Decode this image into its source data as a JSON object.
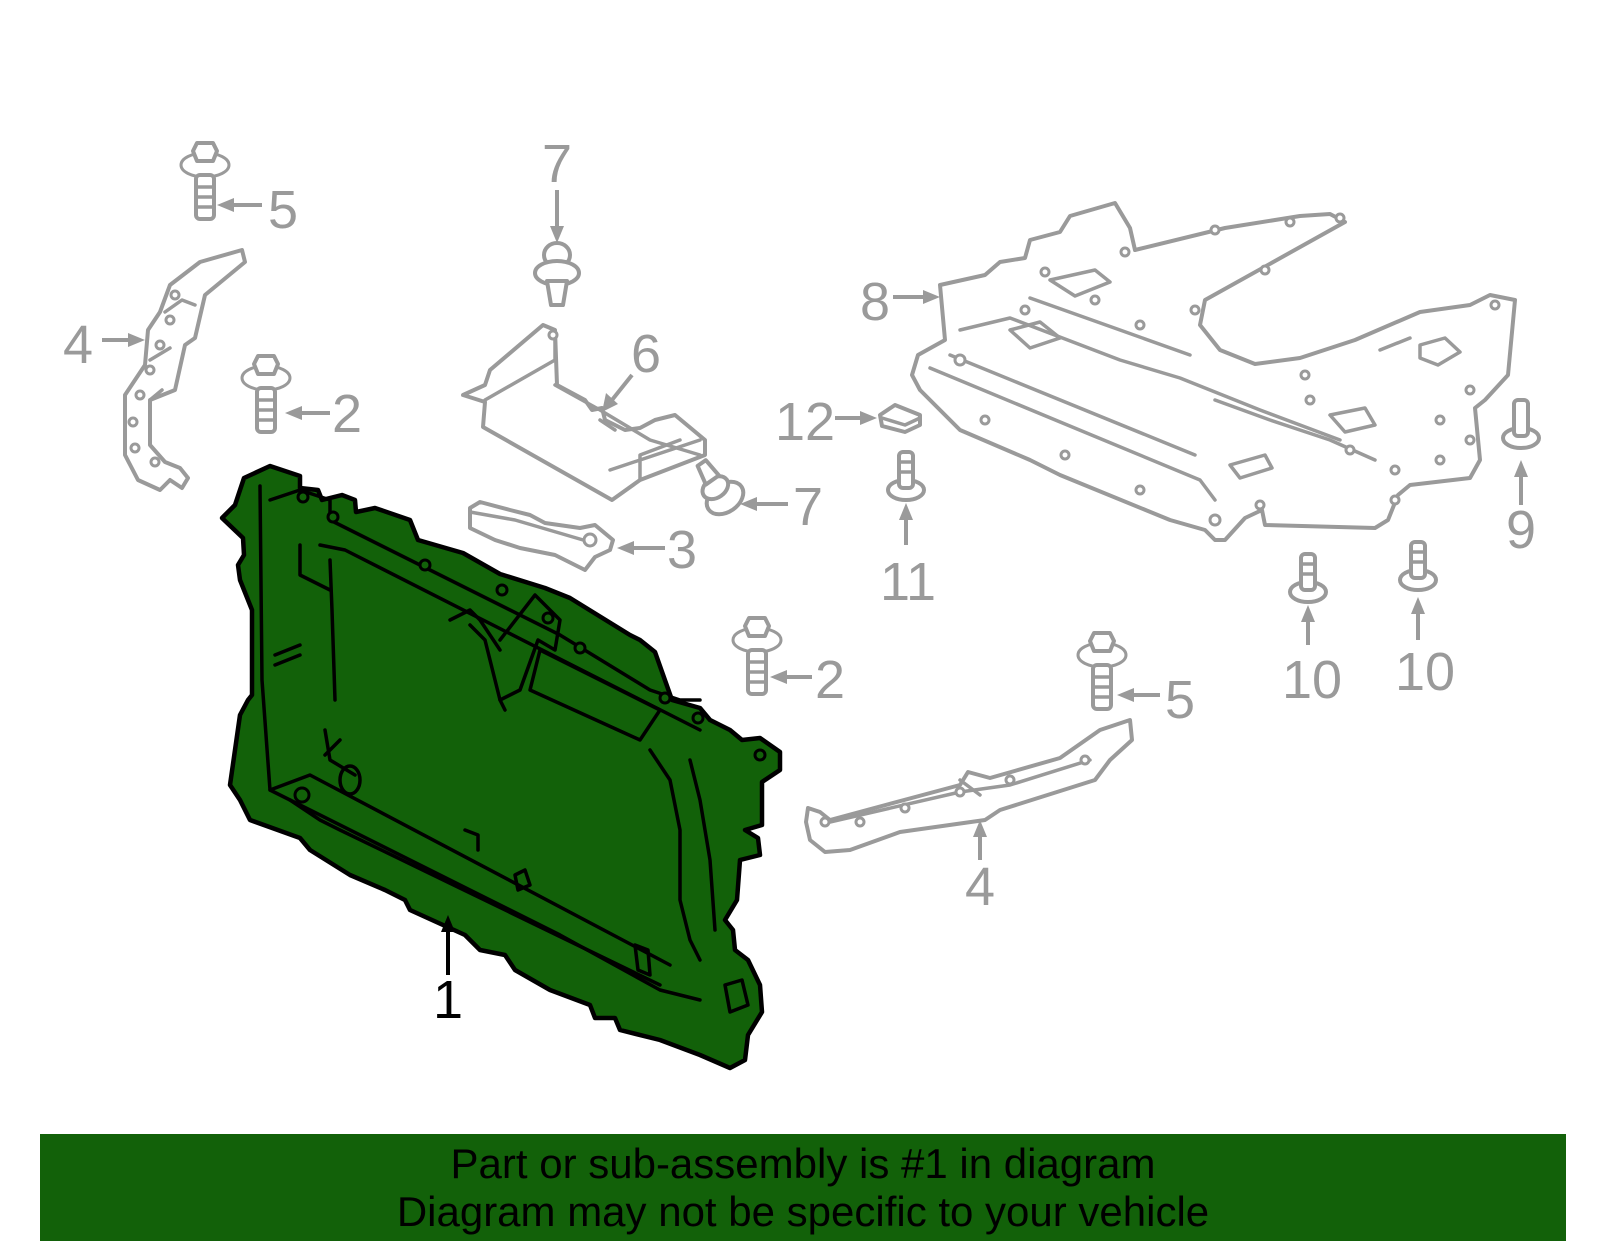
{
  "colors": {
    "highlight": "#126109",
    "part_outline": "#9a9a9a",
    "banner_text": "#000000"
  },
  "highlighted_part": "1",
  "callouts": [
    {
      "id": "c1",
      "label": "1",
      "highlighted": true
    },
    {
      "id": "c2a",
      "label": "2",
      "highlighted": false
    },
    {
      "id": "c2b",
      "label": "2",
      "highlighted": false
    },
    {
      "id": "c3",
      "label": "3",
      "highlighted": false
    },
    {
      "id": "c4a",
      "label": "4",
      "highlighted": false
    },
    {
      "id": "c4b",
      "label": "4",
      "highlighted": false
    },
    {
      "id": "c5a",
      "label": "5",
      "highlighted": false
    },
    {
      "id": "c5b",
      "label": "5",
      "highlighted": false
    },
    {
      "id": "c6",
      "label": "6",
      "highlighted": false
    },
    {
      "id": "c7a",
      "label": "7",
      "highlighted": false
    },
    {
      "id": "c7b",
      "label": "7",
      "highlighted": false
    },
    {
      "id": "c8",
      "label": "8",
      "highlighted": false
    },
    {
      "id": "c9",
      "label": "9",
      "highlighted": false
    },
    {
      "id": "c10a",
      "label": "10",
      "highlighted": false
    },
    {
      "id": "c10b",
      "label": "10",
      "highlighted": false
    },
    {
      "id": "c11",
      "label": "11",
      "highlighted": false
    },
    {
      "id": "c12",
      "label": "12",
      "highlighted": false
    }
  ],
  "banner": {
    "line1": "Part or sub-assembly is #1 in diagram",
    "line2": "Diagram may not be specific to your vehicle"
  }
}
